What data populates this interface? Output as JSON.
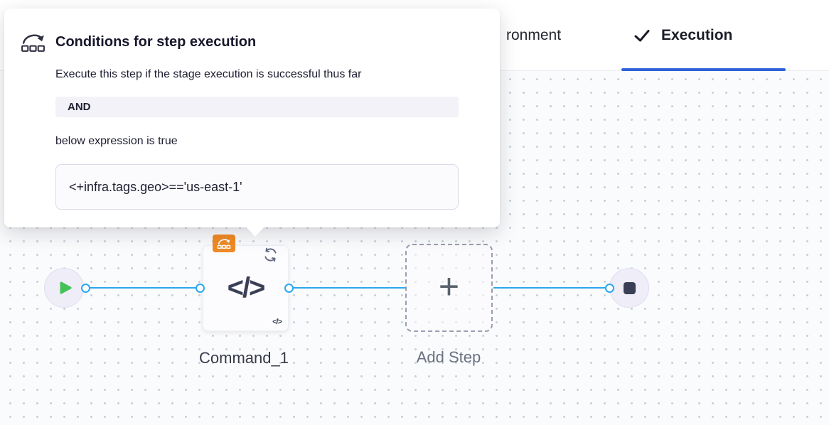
{
  "header": {
    "tab_partial": "ronment",
    "tab_active": "Execution"
  },
  "popover": {
    "title": "Conditions for step execution",
    "description": "Execute this step if the stage execution is successful thus far",
    "operator": "AND",
    "expression_label": "below expression is true",
    "expression": "<+infra.tags.geo>=='us-east-1'"
  },
  "pipeline": {
    "step_name": "Command_1",
    "add_step": "Add Step",
    "step_glyph": "</>",
    "step_subglyph": "</>",
    "plus": "+"
  },
  "icons": {
    "popover_icon": "conditional-execution-icon",
    "step_badge": "conditional-execution-badge",
    "step_loop": "looping-strategy-icon",
    "start_node": "play-icon",
    "end_node": "stop-icon",
    "active_tab": "check-icon",
    "add_step": "plus-icon",
    "step_type": "code-icon"
  },
  "colors": {
    "line_blue": "#2aa7f0",
    "accent_blue": "#2f62d9",
    "badge_orange": "#f08a24",
    "play_green": "#44c258",
    "slate": "#3a3f55"
  }
}
